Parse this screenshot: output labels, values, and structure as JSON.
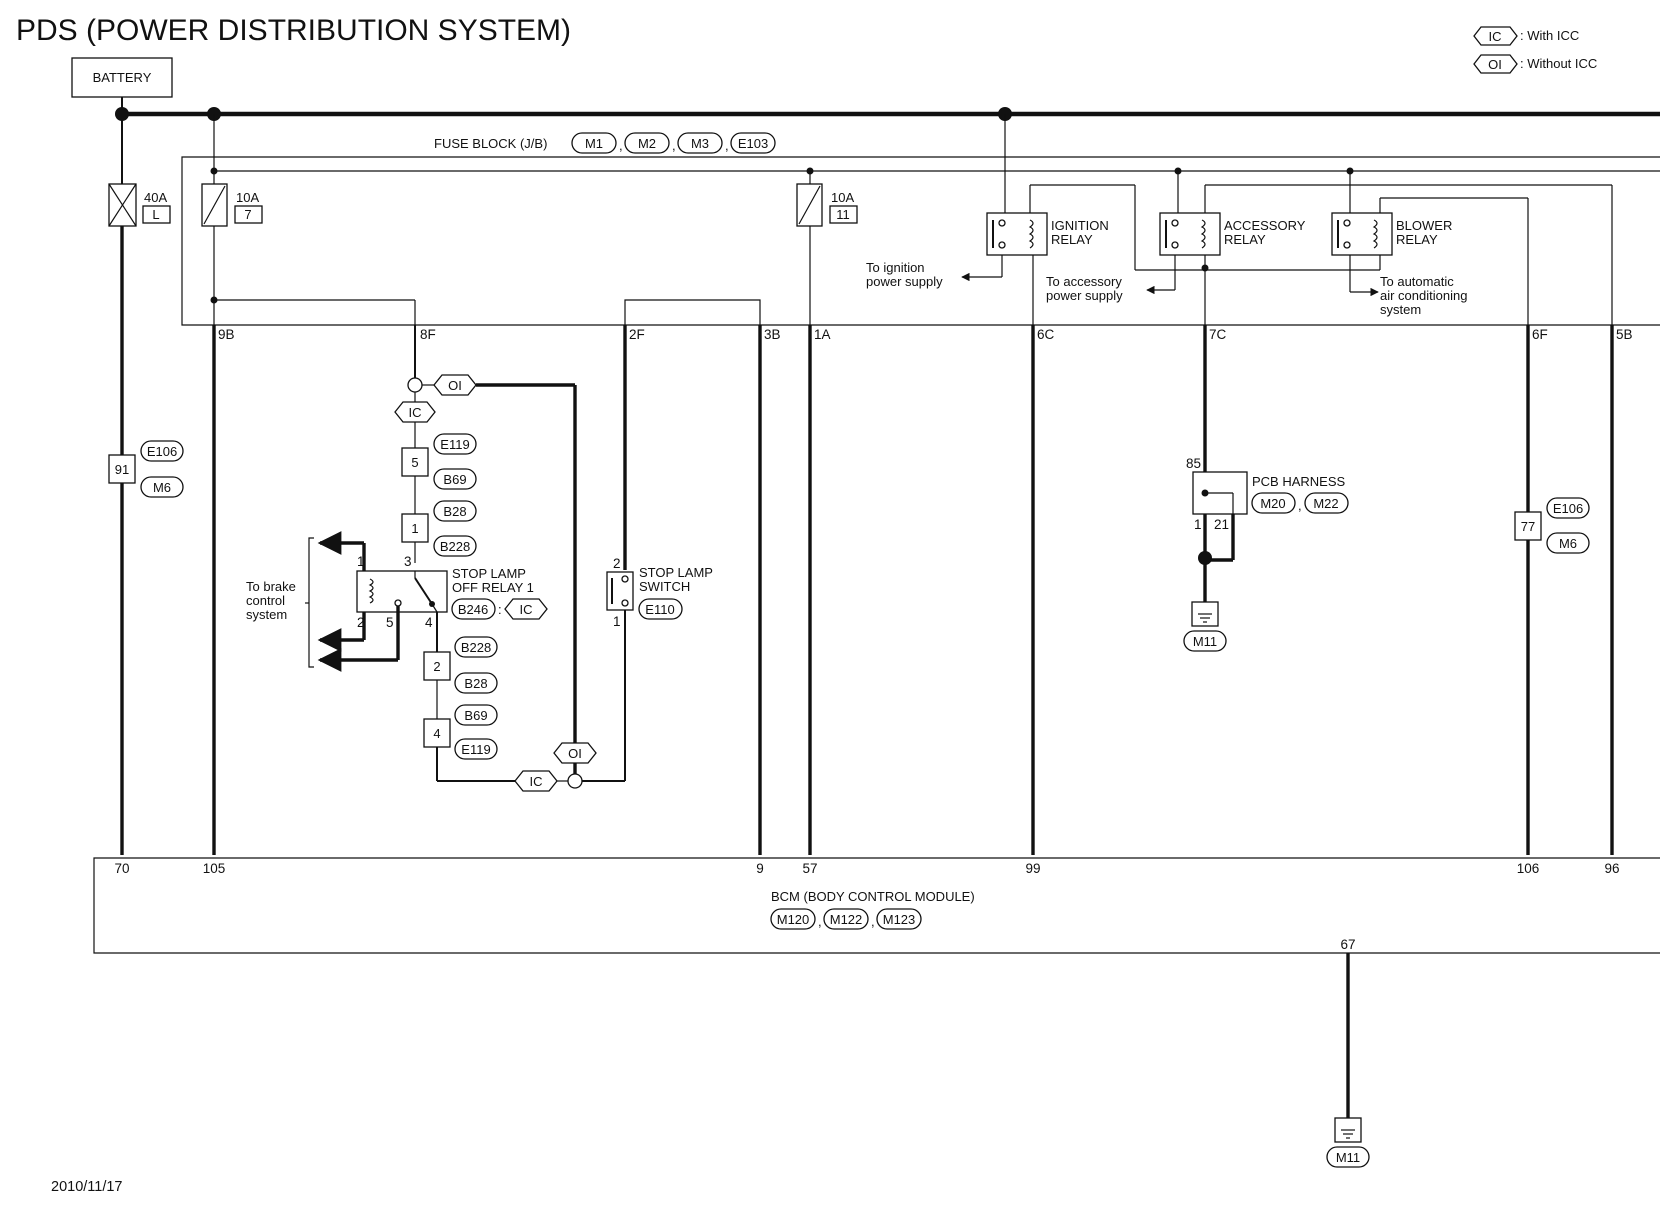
{
  "title": "PDS (POWER DISTRIBUTION SYSTEM)",
  "legend": [
    {
      "code": "IC",
      "text": ": With ICC"
    },
    {
      "code": "OI",
      "text": ": Without ICC"
    }
  ],
  "battery": "BATTERY",
  "fuse_block": {
    "label": "FUSE BLOCK (J/B)",
    "connectors": [
      "M1",
      "M2",
      "M3",
      "E103"
    ]
  },
  "fuses": [
    {
      "rating": "40A",
      "id": "L"
    },
    {
      "rating": "10A",
      "id": "7"
    },
    {
      "rating": "10A",
      "id": "11"
    }
  ],
  "relays": {
    "ignition": [
      "IGNITION",
      "RELAY"
    ],
    "accessory": [
      "ACCESSORY",
      "RELAY"
    ],
    "blower": [
      "BLOWER",
      "RELAY"
    ]
  },
  "notes": {
    "ignition": [
      "To ignition",
      "power supply"
    ],
    "accessory": [
      "To accessory",
      "power supply"
    ],
    "aircon": [
      "To automatic",
      "air conditioning",
      "system"
    ],
    "brake": [
      "To brake",
      "control",
      "system"
    ]
  },
  "jb_terminals": [
    "9B",
    "8F",
    "2F",
    "3B",
    "1A",
    "6C",
    "7C",
    "6F",
    "5B"
  ],
  "harness_pins": {
    "left": "91",
    "middle_upper": "5",
    "middle_lower": "1",
    "relay_lower_a": "2",
    "relay_lower_b": "4",
    "right": "77"
  },
  "harness_connectors": {
    "left": [
      "E106",
      "M6"
    ],
    "upper": [
      "E119",
      "B69",
      "B28",
      "B228"
    ],
    "lower": [
      "B228",
      "B28",
      "B69",
      "E119"
    ],
    "right": [
      "E106",
      "M6"
    ]
  },
  "stop_lamp_off_relay": {
    "label": [
      "STOP LAMP",
      "OFF RELAY 1"
    ],
    "connector": "B246",
    "pins": [
      "1",
      "3",
      "2",
      "5",
      "4"
    ]
  },
  "stop_lamp_switch": {
    "label": [
      "STOP LAMP",
      "SWITCH"
    ],
    "connector": "E110",
    "pins": [
      "2",
      "1"
    ]
  },
  "pcb_harness": {
    "label": "PCB HARNESS",
    "connectors": [
      "M20",
      "M22"
    ],
    "pins": [
      "85",
      "1",
      "21"
    ]
  },
  "ground": "M11",
  "bcm": {
    "label": "BCM (BODY CONTROL MODULE)",
    "connectors": [
      "M120",
      "M122",
      "M123"
    ],
    "pins": [
      "70",
      "105",
      "9",
      "57",
      "99",
      "106",
      "96",
      "67"
    ]
  },
  "variant_tags": {
    "ic": "IC",
    "oi": "OI"
  },
  "date": "2010/11/17"
}
